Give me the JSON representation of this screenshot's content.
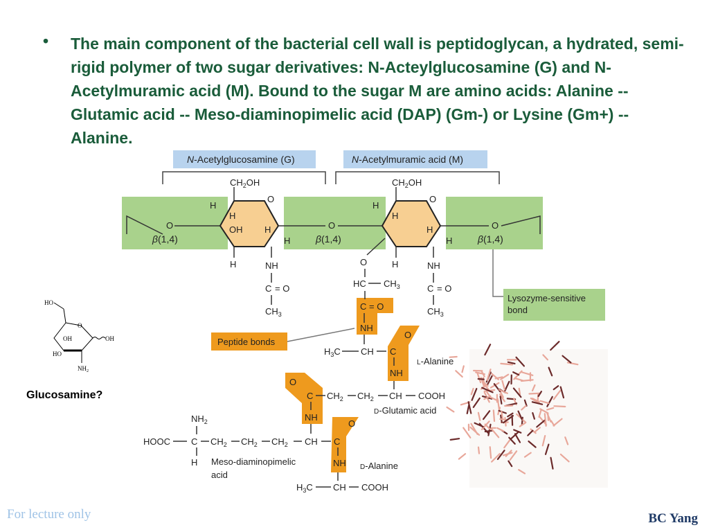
{
  "slide": {
    "bullet_text": "The main component of the bacterial cell wall is peptidoglycan, a hydrated, semi-rigid polymer of two sugar derivatives: N-Acteylglucosamine (G) and N-Acetylmuramic acid (M). Bound to the sugar M are amino acids: Alanine -- Glutamic acid -- Meso-diaminopimelic acid (DAP) (Gm-) or Lysine (Gm+) -- Alanine.",
    "footer_left": "For lecture only",
    "footer_right": "BC Yang"
  },
  "diagram": {
    "nag_prefix": "N",
    "nag_rest": "-Acetylglucosamine  (G)",
    "nam_prefix": "N",
    "nam_rest": "-Acetylmuramic acid  (M)",
    "beta_label": "β",
    "beta_bond": "(1,4)",
    "lysozyme_line1": "Lysozyme-sensitive",
    "lysozyme_line2": "bond",
    "peptide_bonds": "Peptide bonds",
    "l_alanine": "-Alanine",
    "l_prefix": "L",
    "d_glutamic": "-Glutamic acid",
    "d_prefix": "D",
    "d_alanine": "-Alanine",
    "meso_line1": "Meso-diaminopimelic",
    "meso_line2": "acid",
    "hooc": "HOOC",
    "cooh": "COOH",
    "glucosamine_label": "Glucosamine?",
    "colors": {
      "green": "#a9d28c",
      "blue_label": "#b8d3ee",
      "orange": "#ee9a1e",
      "ring_fill": "#f7cf92",
      "text_green": "#1a5c3a",
      "footer_blue": "#9fc3e6",
      "footer_navy": "#1f3a66"
    }
  }
}
